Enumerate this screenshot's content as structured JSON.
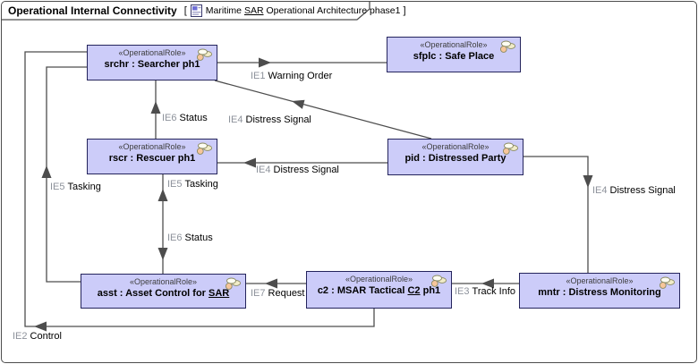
{
  "frame": {
    "title": "Operational Internal Connectivity",
    "bracket_open": "[",
    "bracket_close": "]",
    "ref_pre": "Maritime ",
    "ref_link": "SAR",
    "ref_post": " Operational Architecture phase1"
  },
  "stereotype": "«OperationalRole»",
  "accent_colors": {
    "node_fill": "#ccccf9",
    "node_border": "#24245c",
    "connector": "#4d4d4d",
    "flow_id_gray": "#8d929b"
  },
  "nodes": [
    {
      "id": "srchr",
      "name_pre": "srchr : Searcher ph1",
      "name_link": "",
      "name_post": ""
    },
    {
      "id": "sfplc",
      "name_pre": "sfplc : Safe Place",
      "name_link": "",
      "name_post": ""
    },
    {
      "id": "rscr",
      "name_pre": "rscr : Rescuer ph1",
      "name_link": "",
      "name_post": ""
    },
    {
      "id": "pid",
      "name_pre": "pid : Distressed Party",
      "name_link": "",
      "name_post": ""
    },
    {
      "id": "asst",
      "name_pre": "asst : Asset Control for ",
      "name_link": "SAR",
      "name_post": ""
    },
    {
      "id": "c2",
      "name_pre": "c2 : MSAR Tactical ",
      "name_link": "C2",
      "name_post": " ph1"
    },
    {
      "id": "mntr",
      "name_pre": "mntr : Distress Monitoring",
      "name_link": "",
      "name_post": ""
    }
  ],
  "flows": [
    {
      "id": "IE1",
      "text": "Warning Order",
      "from": "srchr",
      "to": "sfplc"
    },
    {
      "id": "IE4",
      "text": "Distress Signal",
      "from": "pid",
      "to": "srchr"
    },
    {
      "id": "IE4",
      "text": "Distress Signal",
      "from": "pid",
      "to": "rscr"
    },
    {
      "id": "IE6",
      "text": "Status",
      "from": "rscr",
      "to": "srchr"
    },
    {
      "id": "IE5",
      "text": "Tasking",
      "from": "asst",
      "to": "rscr"
    },
    {
      "id": "IE6",
      "text": "Status",
      "from": "rscr",
      "to": "asst"
    },
    {
      "id": "IE5",
      "text": "Tasking",
      "from": "asst",
      "to": "srchr"
    },
    {
      "id": "IE2",
      "text": "Control",
      "from": "c2",
      "to": "srchr"
    },
    {
      "id": "IE4",
      "text": "Distress Signal",
      "from": "pid",
      "to": "mntr"
    },
    {
      "id": "IE3",
      "text": "Track Info",
      "from": "mntr",
      "to": "c2"
    },
    {
      "id": "IE7",
      "text": "Request",
      "from": "c2",
      "to": "asst"
    }
  ]
}
